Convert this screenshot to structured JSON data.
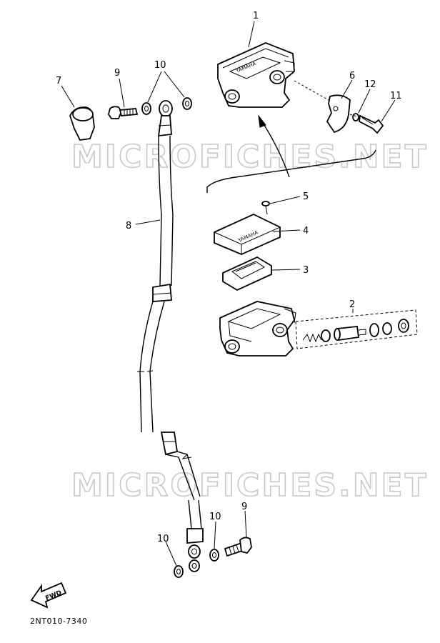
{
  "watermark": "MICROFICHES.NET",
  "diagram_code": "2NT010-7340",
  "direction_arrow": "FWD",
  "callouts": {
    "master_cylinder": "1",
    "piston_kit": "2",
    "diaphragm": "3",
    "cap": "4",
    "cap_screw": "5",
    "holder": "6",
    "boot": "7",
    "brake_hose": "8",
    "union_bolt_top": "9",
    "gaskets_top": "10",
    "holder_bolt": "11",
    "washer": "12",
    "gasket_bottom_left": "10",
    "gasket_bottom_right": "10",
    "union_bolt_bottom": "9"
  }
}
